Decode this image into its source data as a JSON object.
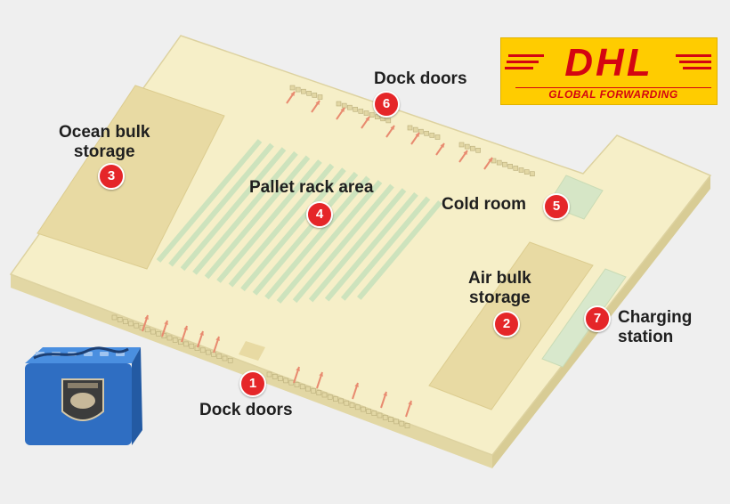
{
  "labels": {
    "dock_doors_top": "Dock doors",
    "ocean_bulk": [
      "Ocean bulk",
      "storage"
    ],
    "pallet_rack": "Pallet rack area",
    "cold_room": "Cold room",
    "air_bulk": [
      "Air bulk",
      "storage"
    ],
    "charging": [
      "Charging",
      "station"
    ],
    "dock_doors_bottom": "Dock doors"
  },
  "badges": {
    "b1": "1",
    "b2": "2",
    "b3": "3",
    "b4": "4",
    "b5": "5",
    "b6": "6",
    "b7": "7"
  },
  "logo": {
    "brand": "DHL",
    "tagline": "GLOBAL FORWARDING"
  },
  "colors": {
    "background": "#efefef",
    "floor": "#f6efc8",
    "floor_edge": "#e2d7a4",
    "bulk_area": "#e8daa3",
    "rack": "#cde3bd",
    "cold_room": "#d6e6c6",
    "arrow": "#e88a6f",
    "badge": "#e52629",
    "dhl_yellow": "#ffcc00",
    "dhl_red": "#d40511",
    "battery": "#2f6ec2"
  }
}
